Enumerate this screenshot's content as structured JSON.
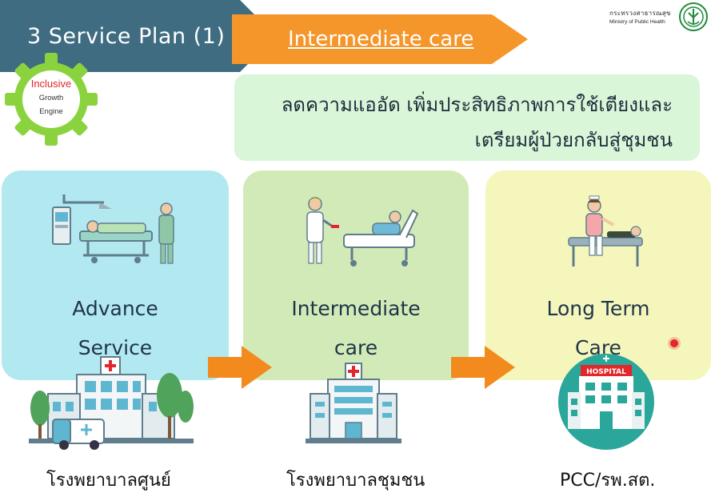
{
  "header": {
    "title": "3 Service Plan (1)",
    "subtitle": "Intermediate care"
  },
  "badge": {
    "line1": "Inclusive",
    "line2": "Growth",
    "line3": "Engine"
  },
  "ministry": {
    "thai_name": "กระทรวงสาธารณสุข",
    "english_name": "Ministry of Public Health"
  },
  "goal": {
    "line1": "ลดความแออัด เพิ่มประสิทธิภาพการใช้เตียงและ",
    "line2": "เตรียมผู้ป่วยกลับสู่ชุมชน"
  },
  "cards": [
    {
      "line1": "Advance",
      "line2": "Service",
      "hospital": "โรงพยาบาลศูนย์"
    },
    {
      "line1": "Intermediate",
      "line2": "care",
      "hospital": "โรงพยาบาลชุมชน"
    },
    {
      "line1": "Long Term",
      "line2": "Care",
      "hospital": "PCC/รพ.สต."
    }
  ],
  "hospital_sign": "HOSPITAL",
  "colors": {
    "banner_dark": "#3f6c80",
    "banner_orange": "#f5962b",
    "goal_bg": "#d9f6d8",
    "card1_bg": "#b2e8f0",
    "card2_bg": "#d2eab8",
    "card3_bg": "#f5f6bb",
    "gear": "#8ad33e",
    "arrow": "#f28a1e"
  }
}
